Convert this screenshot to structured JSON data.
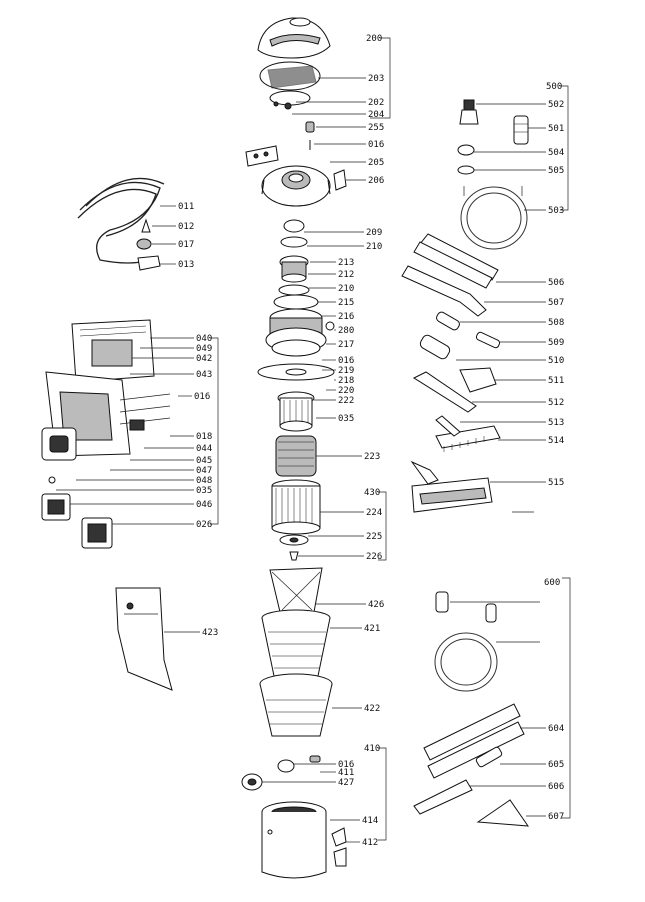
{
  "part_labels": {
    "p200": "200",
    "p203": "203",
    "p202": "202",
    "p204": "204",
    "p255": "255",
    "p016a": "016",
    "p205": "205",
    "p206": "206",
    "p209": "209",
    "p210a": "210",
    "p213": "213",
    "p212": "212",
    "p210b": "210",
    "p215": "215",
    "p216": "216",
    "p280": "280",
    "p217": "217",
    "p016b": "016",
    "p219": "219",
    "p218": "218",
    "p220": "220",
    "p222": "222",
    "p035a": "035",
    "p223": "223",
    "p430": "430",
    "p224": "224",
    "p225": "225",
    "p226": "226",
    "p426": "426",
    "p421": "421",
    "p422": "422",
    "p410": "410",
    "p016c": "016",
    "p411": "411",
    "p427": "427",
    "p414": "414",
    "p412": "412",
    "p011": "011",
    "p012": "012",
    "p017": "017",
    "p013": "013",
    "p040": "040",
    "p049": "049",
    "p042": "042",
    "p043": "043",
    "p016d": "016",
    "p018": "018",
    "p044": "044",
    "p045": "045",
    "p047": "047",
    "p048": "048",
    "p035b": "035",
    "p046": "046",
    "p026": "026",
    "p423": "423",
    "p500": "500",
    "p502": "502",
    "p501": "501",
    "p504": "504",
    "p505": "505",
    "p503": "503",
    "p506": "506",
    "p507": "507",
    "p508": "508",
    "p509": "509",
    "p510": "510",
    "p511": "511",
    "p512": "512",
    "p513": "513",
    "p514": "514",
    "p515": "515",
    "p600": "600",
    "p604": "604",
    "p605": "605",
    "p606": "606",
    "p607": "607"
  }
}
